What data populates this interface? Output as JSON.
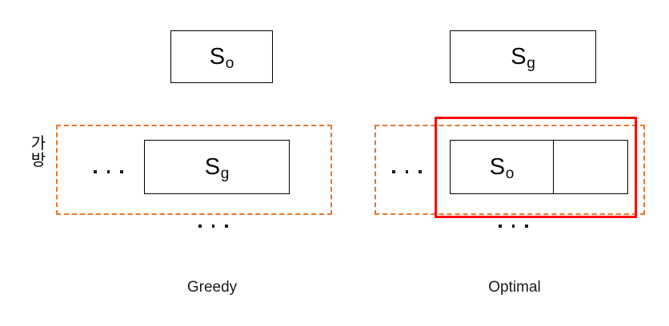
{
  "figure": {
    "caption_left": "Greedy",
    "caption_right": "Optimal",
    "bag_label": "가\n방",
    "ellipsis_glyph": "..."
  },
  "colors": {
    "bag_dashed_orange": "#e8762c",
    "highlight_red": "#ff0000",
    "box_stroke": "#000000",
    "text": "#111111",
    "background": "#ffffff"
  },
  "panels": [
    {
      "name": "greedy",
      "caption": "Greedy",
      "outside_item": {
        "base": "S",
        "sub": "o"
      },
      "bag": {
        "style": "dashed-orange",
        "leading_ellipsis": "...",
        "items": [
          {
            "base": "S",
            "sub": "g",
            "split": false
          }
        ],
        "below_ellipsis": "..."
      },
      "highlight": null
    },
    {
      "name": "optimal",
      "caption": "Optimal",
      "outside_item": {
        "base": "S",
        "sub": "g"
      },
      "bag": {
        "style": "dashed-orange",
        "leading_ellipsis": "...",
        "items": [
          {
            "base": "S",
            "sub": "o",
            "split": true,
            "empty_cell": ""
          }
        ],
        "below_ellipsis": "..."
      },
      "highlight": {
        "style": "solid-red"
      }
    }
  ]
}
